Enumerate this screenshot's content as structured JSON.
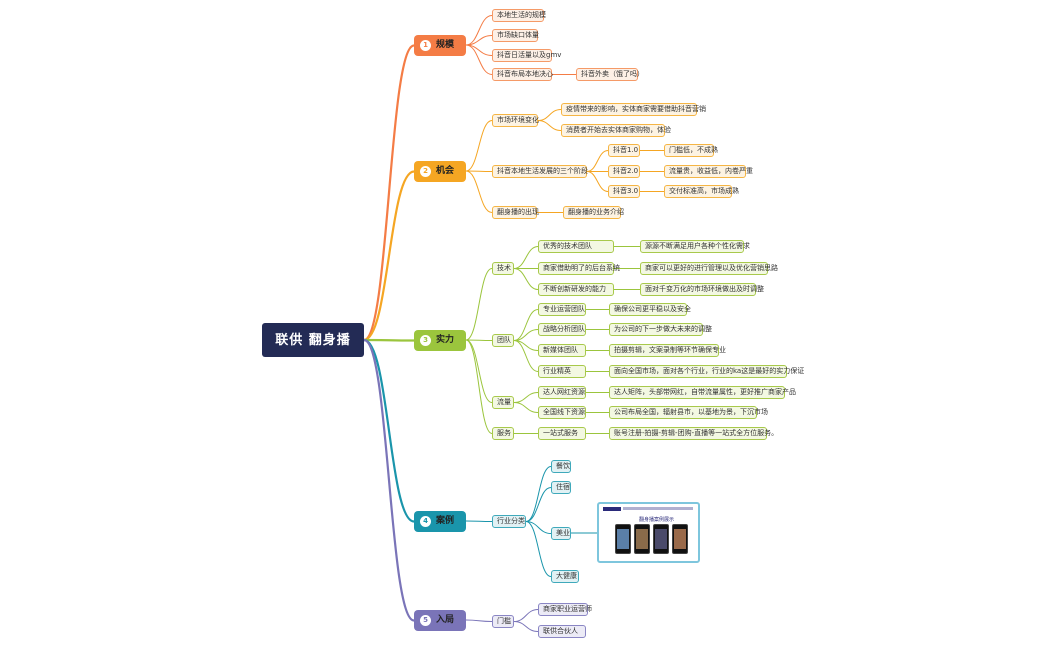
{
  "root": {
    "title": "联供 翻身播"
  },
  "branches": [
    {
      "num": "1",
      "label": "规模",
      "color": "#f47c45",
      "children": [
        {
          "label": "本地生活的规模"
        },
        {
          "label": "市场缺口体量"
        },
        {
          "label": "抖音日活量以及gmv"
        },
        {
          "label": "抖音布局本地决心",
          "children": [
            {
              "label": "抖音外卖（饿了吗）"
            }
          ]
        }
      ]
    },
    {
      "num": "2",
      "label": "机会",
      "color": "#f5a623",
      "children": [
        {
          "label": "市场环境变化",
          "children": [
            {
              "label": "疫情带来的影响，实体商家需要借助抖音营销"
            },
            {
              "label": "消费者开始去实体商家购物，体验"
            }
          ]
        },
        {
          "label": "抖音本地生活发展的三个阶段",
          "children": [
            {
              "label": "抖音1.0",
              "children": [
                {
                  "label": "门槛低，不成熟"
                }
              ]
            },
            {
              "label": "抖音2.0",
              "children": [
                {
                  "label": "流量贵，收益低，内卷严重"
                }
              ]
            },
            {
              "label": "抖音3.0",
              "children": [
                {
                  "label": "交付标准高，市场成熟"
                }
              ]
            }
          ]
        },
        {
          "label": "翻身播的出现",
          "children": [
            {
              "label": "翻身播的业务介绍"
            }
          ]
        }
      ]
    },
    {
      "num": "3",
      "label": "实力",
      "color": "#9bc53d",
      "children": [
        {
          "label": "技术",
          "children": [
            {
              "label": "优秀的技术团队",
              "children": [
                {
                  "label": "源源不断满足用户各种个性化需求"
                }
              ]
            },
            {
              "label": "商家借助明了的后台系统",
              "children": [
                {
                  "label": "商家可以更好的进行管理以及优化营销思路"
                }
              ]
            },
            {
              "label": "不断创新研发的能力",
              "children": [
                {
                  "label": "面对千变万化的市场环境做出及时调整"
                }
              ]
            }
          ]
        },
        {
          "label": "团队",
          "children": [
            {
              "label": "专业运营团队",
              "children": [
                {
                  "label": "确保公司更平稳以及安全"
                }
              ]
            },
            {
              "label": "战略分析团队",
              "children": [
                {
                  "label": "为公司的下一步做大未来的调整"
                }
              ]
            },
            {
              "label": "新媒体团队",
              "children": [
                {
                  "label": "拍摄剪辑，文案录制等环节确保专业"
                }
              ]
            },
            {
              "label": "行业精英",
              "children": [
                {
                  "label": "面向全国市场，面对各个行业，行业的ka这是最好的实力保证"
                }
              ]
            }
          ]
        },
        {
          "label": "流量",
          "children": [
            {
              "label": "达人网红资源",
              "children": [
                {
                  "label": "达人矩阵，头部带网红，自带流量属性，更好推广商家产品"
                }
              ]
            },
            {
              "label": "全国线下资源",
              "children": [
                {
                  "label": "公司布局全国，辐射县市，以基地为景，下沉市场"
                }
              ]
            }
          ]
        },
        {
          "label": "服务",
          "children": [
            {
              "label": "一站式服务",
              "children": [
                {
                  "label": "账号注册-拍摄-剪辑-团购-直播等一站式全方位服务。"
                }
              ]
            }
          ]
        }
      ]
    },
    {
      "num": "4",
      "label": "案例",
      "color": "#1a95ab",
      "children": [
        {
          "label": "行业分类",
          "children": [
            {
              "label": "餐饮"
            },
            {
              "label": "住宿"
            },
            {
              "label": "美业"
            },
            {
              "label": "大健康"
            }
          ]
        }
      ]
    },
    {
      "num": "5",
      "label": "入局",
      "color": "#7a74b8",
      "children": [
        {
          "label": "门槛",
          "children": [
            {
              "label": "商家职业运营师"
            },
            {
              "label": "联供合伙人"
            }
          ]
        }
      ]
    }
  ],
  "case_image": {
    "title": "翻身播案例展示"
  }
}
